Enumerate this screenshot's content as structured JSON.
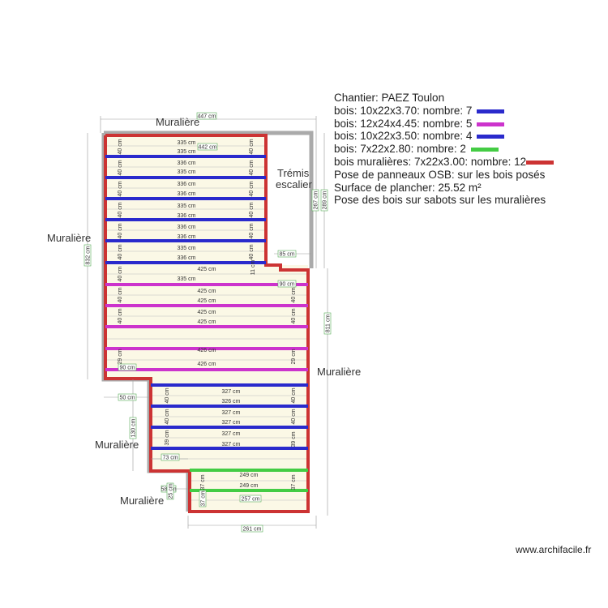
{
  "legend": {
    "site": "Chantier: PAEZ Toulon",
    "items": [
      {
        "text": "bois: 10x22x3.70: nombre: 7",
        "color": "#2a2acc"
      },
      {
        "text": "bois: 12x24x4.45: nombre: 5",
        "color": "#cc33cc"
      },
      {
        "text": "bois: 10x22x3.50: nombre: 4",
        "color": "#2a2acc"
      },
      {
        "text": "bois: 7x22x2.80: nombre: 2",
        "color": "#44cc44"
      },
      {
        "text": "bois muralières: 7x22x3.00: nombre: 12",
        "color": "#cc3333"
      }
    ],
    "notes": [
      "Pose de panneaux OSB: sur les bois posés",
      "Surface de plancher: 25.52 m²",
      "Pose des bois sur sabots sur les muralières"
    ]
  },
  "labels": {
    "muraliere": "Muralière",
    "tremis_line1": "Trémis",
    "tremis_line2": "escalier"
  },
  "credit": "www.archifacile.fr",
  "dims": {
    "d447": "447 cm",
    "d442": "442 cm",
    "d335": "335 cm",
    "d336": "336 cm",
    "d425": "425 cm",
    "d426": "426 cm",
    "d327": "327 cm",
    "d326": "326 cm",
    "d249": "249 cm",
    "d40": "40 cm",
    "d39": "39 cm",
    "d29": "29 cm",
    "d85": "85 cm",
    "d90": "90 cm",
    "d50": "50 cm",
    "d73": "73 cm",
    "d58": "58 cm",
    "d257": "257 cm",
    "d261": "261 cm",
    "d832": "832 cm",
    "d811": "811 cm",
    "d289": "289 cm",
    "d267": "267 cm",
    "d130": "130 cm",
    "d37": "37 cm",
    "d25": "25 cm",
    "d11": "11 cm"
  }
}
